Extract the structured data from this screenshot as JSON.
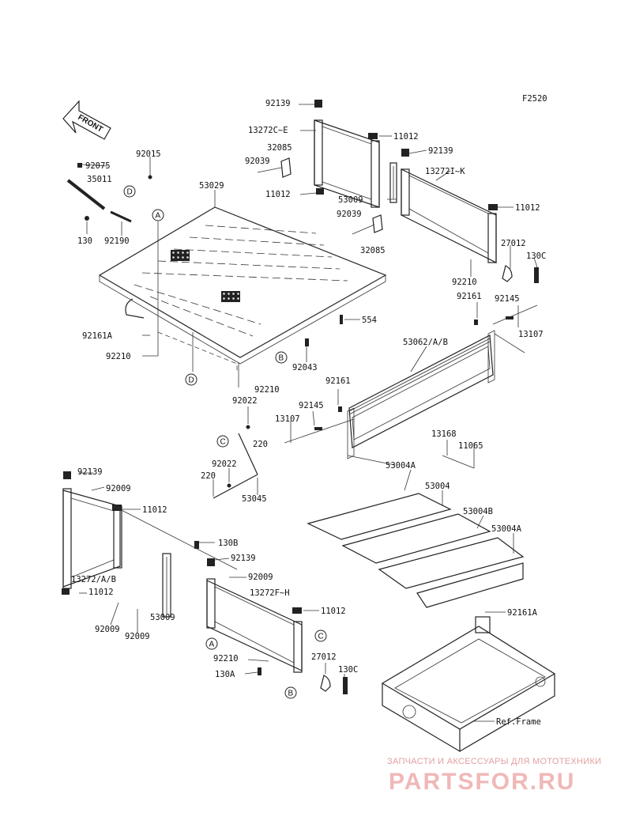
{
  "diagram": {
    "code": "F2520",
    "front_label": "FRONT",
    "labels": {
      "l92139a": "92139",
      "l13272c": "13272C~E",
      "l11012a": "11012",
      "l32085a": "32085",
      "l92139b": "92139",
      "l92039a": "92039",
      "l13272i": "13272I~K",
      "l11012b": "11012",
      "l53009a": "53009",
      "l11012c": "11012",
      "l92039b": "92039",
      "l27012a": "27012",
      "l32085b": "32085",
      "l130c_a": "130C",
      "l92210a": "92210",
      "l92015": "92015",
      "l92075": "92075",
      "l35011": "35011",
      "l53029": "53029",
      "l130": "130",
      "l92190": "92190",
      "l554": "554",
      "l92161": "92161",
      "l92145a": "92145",
      "l13107a": "13107",
      "l92161a_top": "92161A",
      "l92043": "92043",
      "l92210b": "92210",
      "l53062": "53062/A/B",
      "l92210c": "92210",
      "l92161b": "92161",
      "l92022a": "92022",
      "l92145b": "92145",
      "l13107b": "13107",
      "l220a": "220",
      "l13168": "13168",
      "l11065": "11065",
      "l92022b": "92022",
      "l220b": "220",
      "l53045": "53045",
      "l53004a_top": "53004A",
      "l53004": "53004",
      "l53004b": "53004B",
      "l53004a_right": "53004A",
      "l92139c": "92139",
      "l92009a": "92009",
      "l11012d": "11012",
      "l130b": "130B",
      "l92139d": "92139",
      "l92009b": "92009",
      "l13272ab": "13272/A/B",
      "l13272fh": "13272F~H",
      "l11012e": "11012",
      "l11012f": "11012",
      "l53009b": "53009",
      "l92009c": "92009",
      "l92009d": "92009",
      "l92161a_bot": "92161A",
      "l92210d": "92210",
      "l27012b": "27012",
      "l130a": "130A",
      "l130c_b": "130C",
      "lref": "Ref.Frame"
    },
    "circle_refs": {
      "d1": "D",
      "a1": "A",
      "b1": "B",
      "d2": "D",
      "c1": "C",
      "a2": "A",
      "c2": "C",
      "b2": "B"
    }
  },
  "watermark": {
    "tagline": "ЗАПЧАСТИ И АКСЕССУАРЫ ДЛЯ МОТОТЕХНИКИ",
    "brand": "PARTSFOR.RU"
  }
}
